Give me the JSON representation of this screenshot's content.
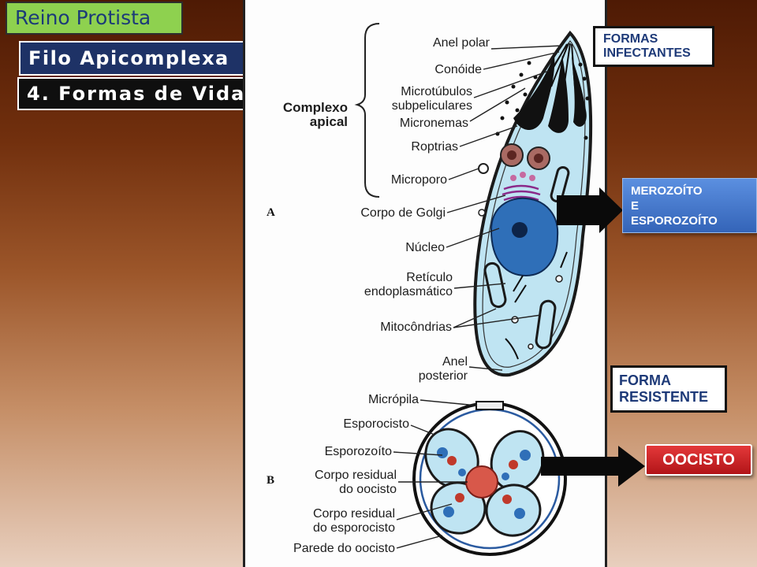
{
  "header": {
    "title": "Reino Protista",
    "subtitle1": "Filo Apicomplexa",
    "subtitle2": "4. Formas de Vida"
  },
  "diagram": {
    "letter_a": "A",
    "letter_b": "B",
    "labels_a": {
      "complexo_apical": "Complexo\napical",
      "anel_polar": "Anel polar",
      "conoide": "Conóide",
      "microtubulos": "Microtúbulos\nsubpeliculares",
      "micronemas": "Micronemas",
      "roptrias": "Roptrias",
      "microporo": "Microporo",
      "golgi": "Corpo de Golgi",
      "nucleo": "Núcleo",
      "reticulo": "Retículo\nendoplasmático",
      "mitocondrias": "Mitocôndrias",
      "anel_posterior": "Anel\nposterior"
    },
    "labels_b": {
      "micropila": "Micrópila",
      "esporocisto": "Esporocisto",
      "esporozoito": "Esporozoíto",
      "corpo_residual_oocisto": "Corpo residual\ndo oocisto",
      "corpo_residual_esporocisto": "Corpo residual\ndo esporocisto",
      "parede": "Parede do oocisto"
    }
  },
  "callouts": {
    "formas_infectantes": "FORMAS\nINFECTANTES",
    "merozoito": "MEROZOÍTO\nE\nESPOROZOÍTO",
    "forma_resistente": "FORMA\nRESISTENTE",
    "oocisto": "OOCISTO"
  },
  "colors": {
    "title_bg": "#8ed14f",
    "subtitle1_bg": "#1e3266",
    "cell_fill": "#bfe4f2",
    "nucleus": "#2f6fb8",
    "red_button": "#d12a2c"
  }
}
